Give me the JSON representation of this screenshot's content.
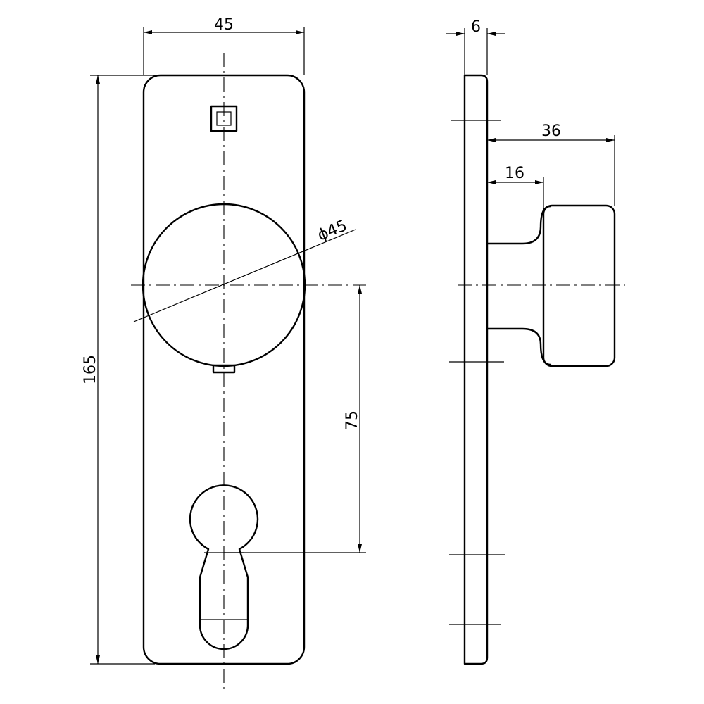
{
  "dimensions": {
    "plate_width": "45",
    "plate_height": "165",
    "knob_diameter": "ϕ45",
    "cylinder_offset": "75",
    "plate_thickness": "6",
    "knob_projection": "36",
    "neck_length": "16"
  }
}
